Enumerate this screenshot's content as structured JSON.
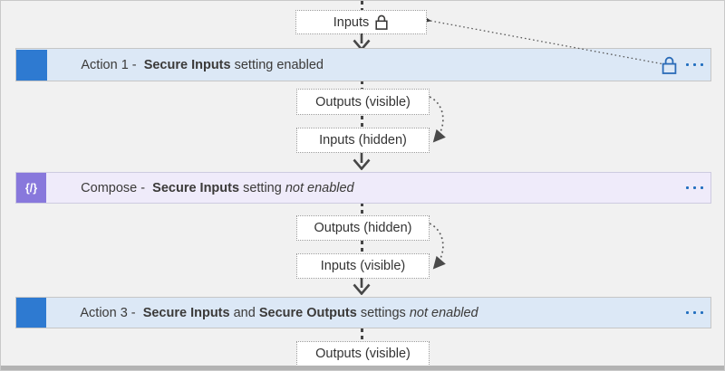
{
  "colors": {
    "background": "#f1f1f1",
    "action_bar_fill": "#dce8f6",
    "action_icon_blue": "#2e7ad1",
    "compose_bar_fill": "#efebfa",
    "compose_icon_purple": "#8878dc",
    "accent_blue": "#2b6cb8",
    "ellipsis_blue": "#2470c0",
    "text": "#3b3a39"
  },
  "icons": {
    "top_lock": "lock-icon",
    "action1_lock": "lock-icon",
    "menu": "ellipsis-icon",
    "compose_glyph": "{/}"
  },
  "top_input_box": {
    "label": "Inputs"
  },
  "action1": {
    "prefix": "Action 1 -  ",
    "bold1": "Secure Inputs",
    "text1": " setting enabled"
  },
  "compose": {
    "prefix": "Compose -  ",
    "bold1": "Secure Inputs",
    "text1": " setting ",
    "italic": "not enabled"
  },
  "action3": {
    "prefix": "Action 3 -  ",
    "bold1": "Secure Inputs",
    "text1": " and ",
    "bold2": "Secure Outputs",
    "text2": " settings ",
    "italic": "not enabled"
  },
  "io_boxes": {
    "outputs_visible_1": {
      "label": "Outputs (visible)"
    },
    "inputs_hidden": {
      "label": "Inputs (hidden)"
    },
    "outputs_hidden": {
      "label": "Outputs (hidden)"
    },
    "inputs_visible": {
      "label": "Inputs (visible)"
    },
    "outputs_visible_2": {
      "label": "Outputs (visible)"
    }
  }
}
